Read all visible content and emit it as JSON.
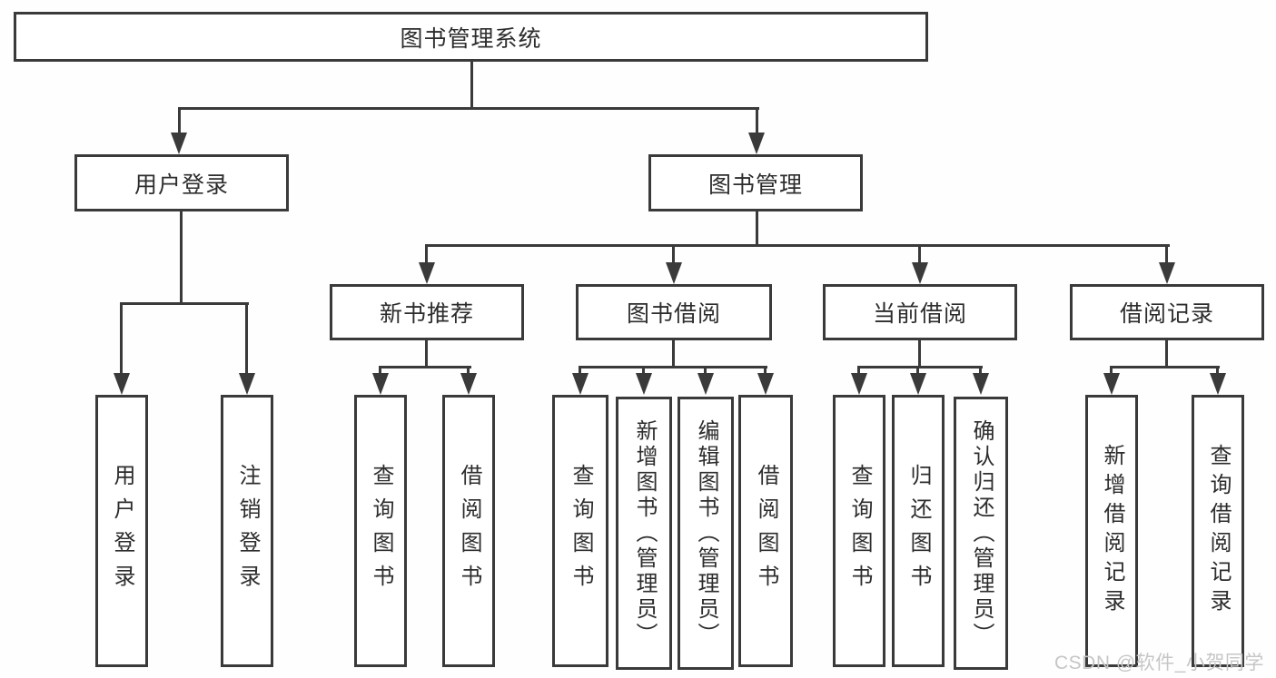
{
  "colors": {
    "line": "#3a3a3a",
    "text": "#2d2d2d",
    "box_background": "#ffffff",
    "watermark": "#c6c6c6"
  },
  "watermark": "CSDN @软件_小贺同学",
  "tree": {
    "label": "图书管理系统",
    "children": [
      {
        "label": "用户登录",
        "children": [
          {
            "label": "用户登录"
          },
          {
            "label": "注销登录"
          }
        ]
      },
      {
        "label": "图书管理",
        "children": [
          {
            "label": "新书推荐",
            "children": [
              {
                "label": "查询图书"
              },
              {
                "label": "借阅图书"
              }
            ]
          },
          {
            "label": "图书借阅",
            "children": [
              {
                "label": "查询图书"
              },
              {
                "label": "新增图书（管理员）"
              },
              {
                "label": "编辑图书（管理员）"
              },
              {
                "label": "借阅图书"
              }
            ]
          },
          {
            "label": "当前借阅",
            "children": [
              {
                "label": "查询图书"
              },
              {
                "label": "归还图书"
              },
              {
                "label": "确认归还（管理员）"
              }
            ]
          },
          {
            "label": "借阅记录",
            "children": [
              {
                "label": "新增借阅记录"
              },
              {
                "label": "查询借阅记录"
              }
            ]
          }
        ]
      }
    ]
  }
}
